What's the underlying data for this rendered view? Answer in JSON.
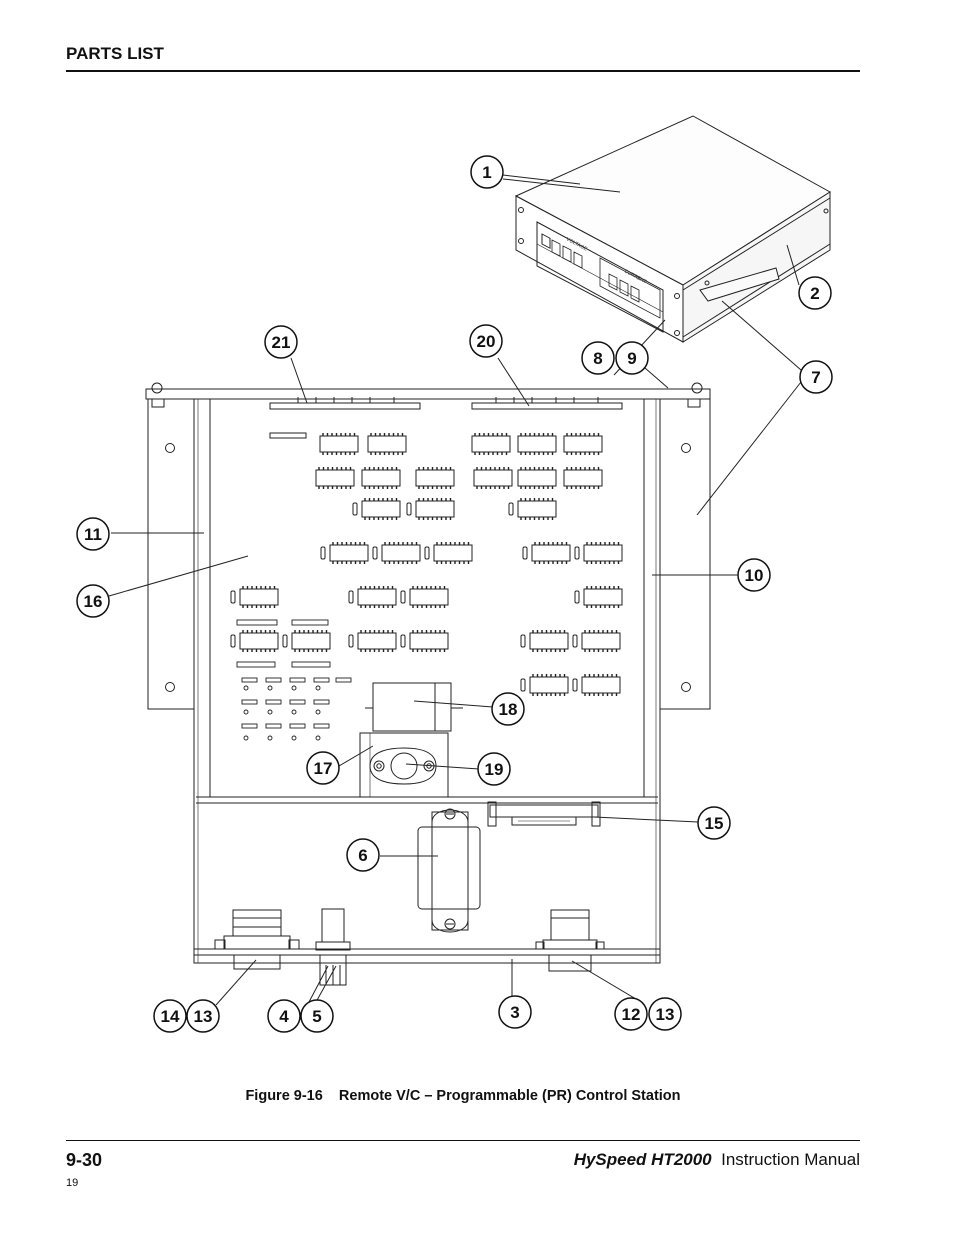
{
  "header": {
    "section_title": "PARTS LIST"
  },
  "figure": {
    "caption": "Figure 9-16    Remote V/C – Programmable (PR) Control Station",
    "panel_text": {
      "voltage": "VOLTAGE",
      "current": "CURRENT"
    },
    "callouts": [
      "1",
      "2",
      "3",
      "4",
      "5",
      "6",
      "7",
      "8",
      "9",
      "10",
      "11",
      "12",
      "13",
      "13",
      "14",
      "15",
      "16",
      "17",
      "18",
      "19",
      "20",
      "21"
    ]
  },
  "footer": {
    "page_number": "9-30",
    "brand": "HySpeed HT2000",
    "manual": "Instruction Manual",
    "page_code": "19"
  }
}
